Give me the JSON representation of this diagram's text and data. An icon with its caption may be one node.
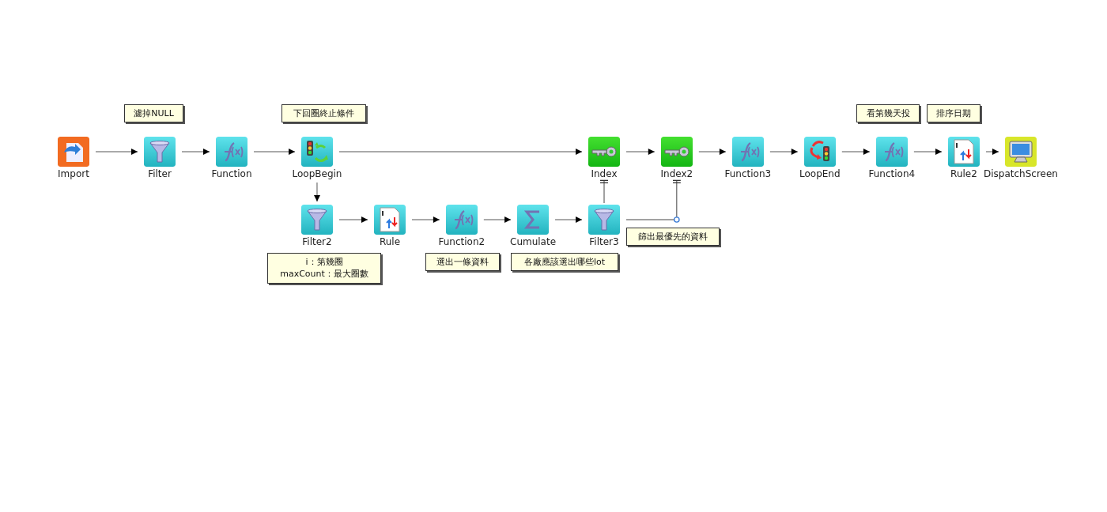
{
  "diagram": {
    "nodes": [
      {
        "text": [
          "濾掉NULL"
        ]
      },
      {
        "text": [
          "下回圈終止條件"
        ]
      },
      {
        "text": [
          "看第幾天投"
        ]
      },
      {
        "text": [
          "排序日期"
        ]
      },
      {
        "text": [
          "Import"
        ]
      },
      {
        "text": [
          "Filter"
        ]
      },
      {
        "text": [
          "Function"
        ]
      },
      {
        "text": [
          "LoopBegin"
        ]
      },
      {
        "text": [
          "Index"
        ]
      },
      {
        "text": [
          "Index2"
        ]
      },
      {
        "text": [
          "Function3"
        ]
      },
      {
        "text": [
          "LoopEnd"
        ]
      },
      {
        "text": [
          "Function4"
        ]
      },
      {
        "text": [
          "Rule2"
        ]
      },
      {
        "text": [
          "DispatchScreen"
        ]
      },
      {
        "text": [
          "Filter2"
        ]
      },
      {
        "text": [
          "Rule"
        ]
      },
      {
        "text": [
          "Function2"
        ]
      },
      {
        "text": [
          "Cumulate"
        ]
      },
      {
        "text": [
          "Filter3"
        ]
      },
      {
        "text": [
          "篩出最優先的資料"
        ]
      },
      {
        "text": [
          "i：第幾圈",
          "maxCount：最大圈數"
        ]
      },
      {
        "text": [
          "選出一條資料"
        ]
      },
      {
        "text": [
          "各廠應該選出哪些lot"
        ]
      }
    ],
    "edges": [
      {
        "from": 4,
        "to": 5,
        "arrow": "to"
      },
      {
        "from": 5,
        "to": 6,
        "arrow": "to"
      },
      {
        "from": 6,
        "to": 7,
        "arrow": "to"
      },
      {
        "from": 7,
        "to": 8,
        "arrow": "to"
      },
      {
        "from": 7,
        "to": 15,
        "arrow": "to"
      },
      {
        "from": 15,
        "to": 16,
        "arrow": "to"
      },
      {
        "from": 16,
        "to": 17,
        "arrow": "to"
      },
      {
        "from": 17,
        "to": 18,
        "arrow": "to"
      },
      {
        "from": 18,
        "to": 19,
        "arrow": "to"
      },
      {
        "from": 19,
        "to": 8,
        "arrow": "other"
      },
      {
        "from": 19,
        "to": 9,
        "arrow": "other"
      },
      {
        "from": 8,
        "to": 9,
        "arrow": "to"
      },
      {
        "from": 9,
        "to": 10,
        "arrow": "to"
      },
      {
        "from": 10,
        "to": 11,
        "arrow": "to"
      },
      {
        "from": 11,
        "to": 12,
        "arrow": "to"
      },
      {
        "from": 12,
        "to": 13,
        "arrow": "to"
      },
      {
        "from": 13,
        "to": 14,
        "arrow": "to"
      }
    ]
  }
}
